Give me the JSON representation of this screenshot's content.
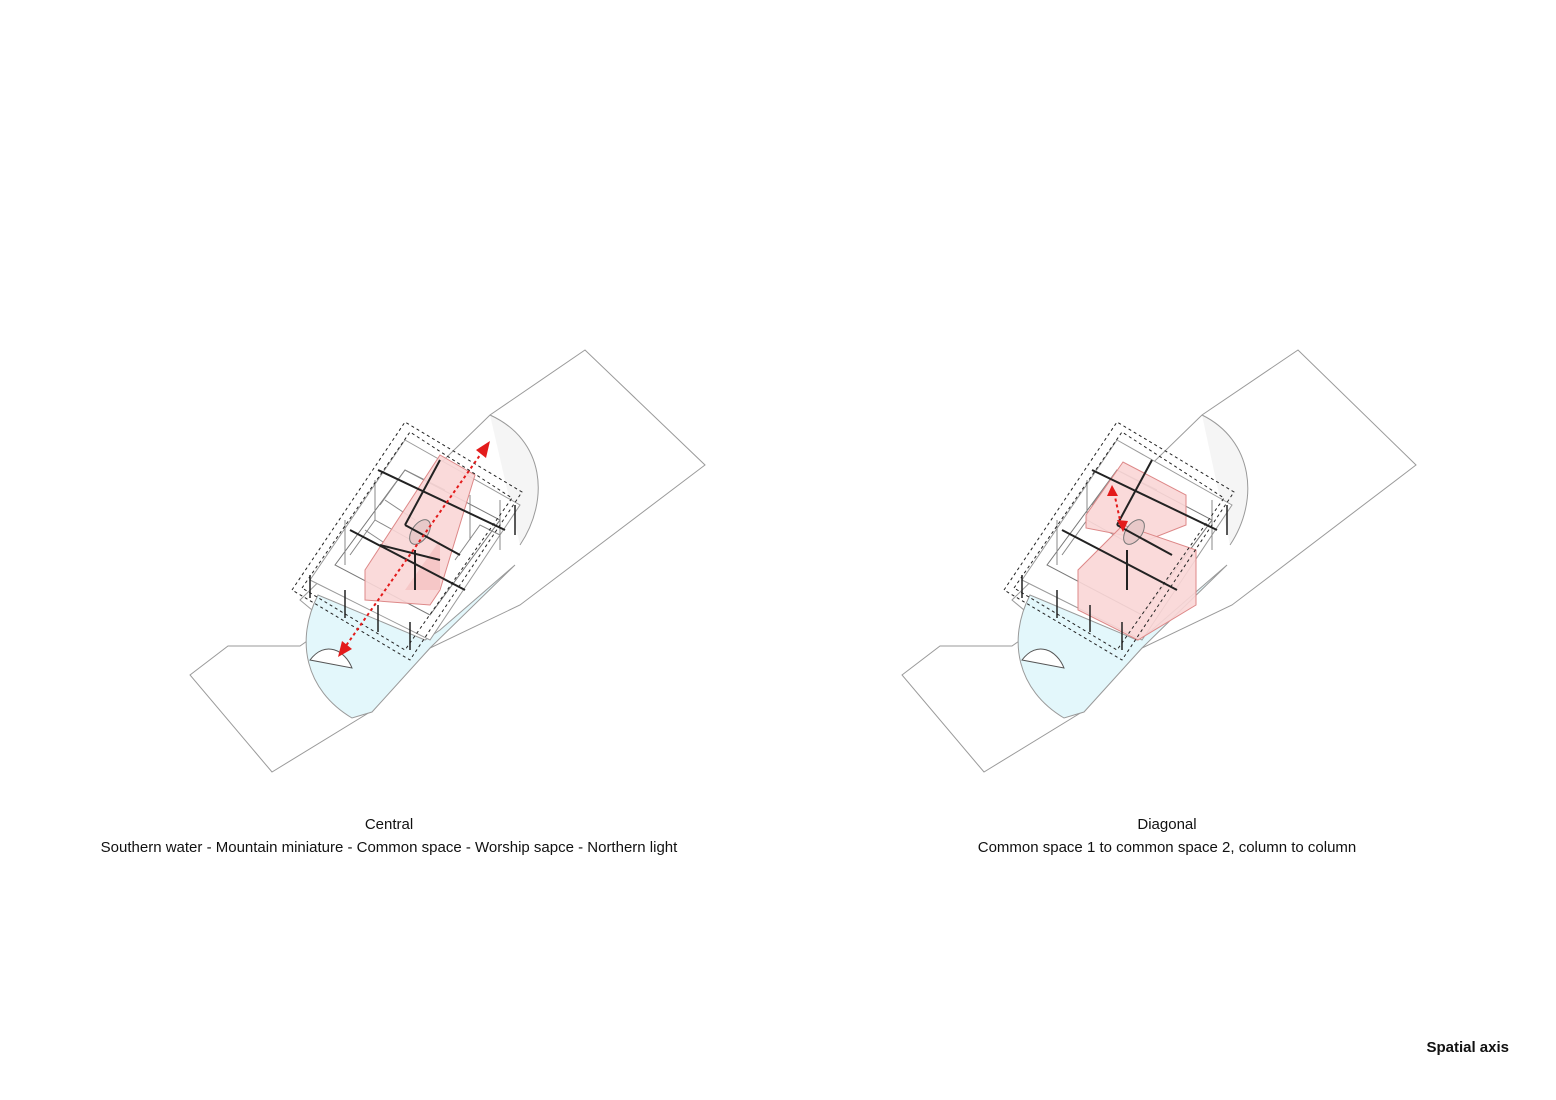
{
  "sheet_title": "Spatial axis",
  "diagrams": [
    {
      "title": "Central",
      "subtitle": "Southern water - Mountain miniature - Common space - Worship sapce - Northern light"
    },
    {
      "title": "Diagonal",
      "subtitle": "Common space 1 to common space 2, column to column"
    }
  ],
  "colors": {
    "axis": "#e31b1b",
    "highlight_fill": "#f9d6d6",
    "water_fill": "#e3f7fb",
    "line": "#8a8a8a"
  }
}
